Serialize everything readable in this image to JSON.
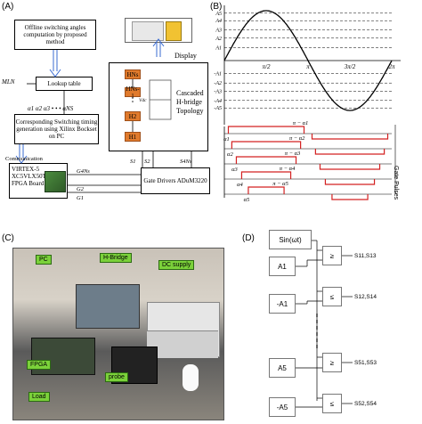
{
  "panel_a": {
    "label": "(A)",
    "offline_box": "Offline switching angles computation by proposed method",
    "ml_input": "MLN",
    "lookup": "Lookup table",
    "alphas": "α1 α2 α3 • • • αNS",
    "corresponding": "Corresponding Switching timing generation using Xilinx Bockset on PC",
    "communication": "Communication",
    "fpga": "VIRTEX-5 XC5VLX50T FPGA Board",
    "gate_drivers": "Gate Drivers ADuM3220",
    "display": "Display",
    "cascaded": "Cascaded H-bridge Topology",
    "hns": "HNs",
    "hns1": "HNs-1",
    "h2": "H2",
    "h1": "H1",
    "vdc": "Vdc",
    "g1": "G1",
    "g2": "G2",
    "g4ns": "G4Ns",
    "s1": "S1",
    "s2": "S2",
    "s4ns": "S4Ns"
  },
  "panel_b": {
    "label": "(B)",
    "y_labels": [
      "A5",
      "A4",
      "A3",
      "A2",
      "A1",
      "-A1",
      "-A2",
      "-A3",
      "-A4",
      "-A5"
    ],
    "x_labels": [
      "π/2",
      "π",
      "3π/2",
      "2π"
    ],
    "alpha_labels": [
      "α1",
      "α2",
      "α3",
      "α4",
      "α5"
    ],
    "pi_labels": [
      "π − α1",
      "π − α2",
      "π − α3",
      "π − α4",
      "π − α5"
    ],
    "gate_pulses": "Gate Pulses"
  },
  "panel_c": {
    "label": "(C)",
    "tags": [
      "PC",
      "H-Bridge",
      "DC supply",
      "FPGA",
      "probe",
      "Load"
    ]
  },
  "panel_d": {
    "label": "(D)",
    "sin": "Sin(ωt)",
    "a1": "A1",
    "neg_a1": "-A1",
    "a5": "A5",
    "neg_a5": "-A5",
    "ge": "≥",
    "le": "≤",
    "outputs": [
      "S11,S13",
      "S12,S14",
      "S51,S53",
      "S52,S54"
    ]
  },
  "colors": {
    "accent": "#e07a2c",
    "pulse": "#d32020",
    "photo_green": "#7bd13a",
    "dashed": "#000000"
  }
}
